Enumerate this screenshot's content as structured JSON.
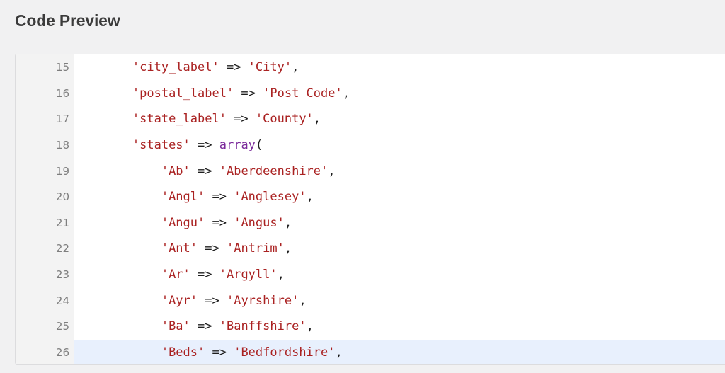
{
  "page": {
    "title": "Code Preview"
  },
  "colors": {
    "background": "#f1f1f2",
    "gutter": "#f3f3f3",
    "active_line": "#e8f0fd",
    "string": "#aa2222",
    "keyword": "#7a2a9a",
    "operator": "#1e1e1e",
    "line_number": "#7e7e7e"
  },
  "code": {
    "active_line": 26,
    "lines": [
      {
        "num": "15",
        "indent": "        ",
        "key": "'city_label'",
        "op": " => ",
        "value": "'City'",
        "suffix": ","
      },
      {
        "num": "16",
        "indent": "        ",
        "key": "'postal_label'",
        "op": " => ",
        "value": "'Post Code'",
        "suffix": ","
      },
      {
        "num": "17",
        "indent": "        ",
        "key": "'state_label'",
        "op": " => ",
        "value": "'County'",
        "suffix": ","
      },
      {
        "num": "18",
        "indent": "        ",
        "key": "'states'",
        "op": " => ",
        "keyword": "array",
        "suffix": "("
      },
      {
        "num": "19",
        "indent": "            ",
        "key": "'Ab'",
        "op": " => ",
        "value": "'Aberdeenshire'",
        "suffix": ","
      },
      {
        "num": "20",
        "indent": "            ",
        "key": "'Angl'",
        "op": " => ",
        "value": "'Anglesey'",
        "suffix": ","
      },
      {
        "num": "21",
        "indent": "            ",
        "key": "'Angu'",
        "op": " => ",
        "value": "'Angus'",
        "suffix": ","
      },
      {
        "num": "22",
        "indent": "            ",
        "key": "'Ant'",
        "op": " => ",
        "value": "'Antrim'",
        "suffix": ","
      },
      {
        "num": "23",
        "indent": "            ",
        "key": "'Ar'",
        "op": " => ",
        "value": "'Argyll'",
        "suffix": ","
      },
      {
        "num": "24",
        "indent": "            ",
        "key": "'Ayr'",
        "op": " => ",
        "value": "'Ayrshire'",
        "suffix": ","
      },
      {
        "num": "25",
        "indent": "            ",
        "key": "'Ba'",
        "op": " => ",
        "value": "'Banffshire'",
        "suffix": ","
      },
      {
        "num": "26",
        "indent": "            ",
        "key": "'Beds'",
        "op": " => ",
        "value": "'Bedfordshire'",
        "suffix": ","
      }
    ]
  }
}
